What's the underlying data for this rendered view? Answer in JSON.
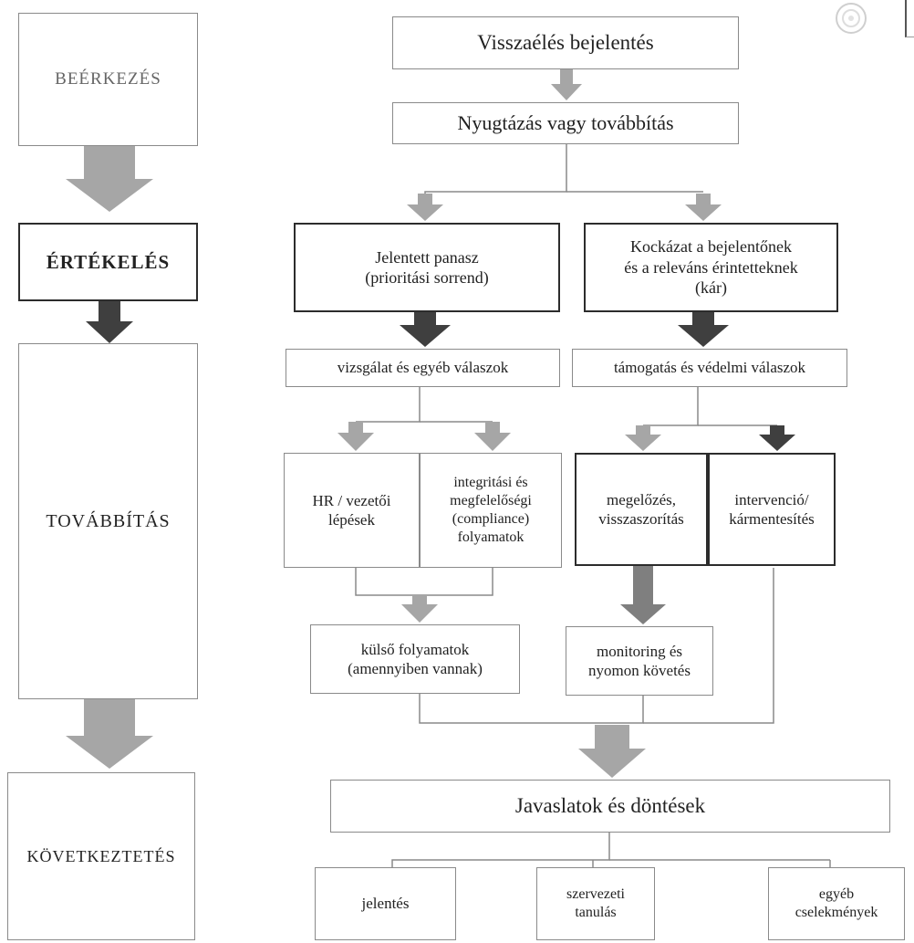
{
  "stages": {
    "beerkezes": "BEÉRKEZÉS",
    "ertekeles": "ÉRTÉKELÉS",
    "tovabbitas": "TOVÁBBÍTÁS",
    "kovetkeztetes": "KÖVETKEZTETÉS"
  },
  "flow": {
    "report": "Visszaélés bejelentés",
    "acknowledge": "Nyugtázás vagy továbbítás",
    "complaint": "Jelentett panasz\n(prioritási sorrend)",
    "risk": "Kockázat a bejelentőnek\nés a releváns érintetteknek\n(kár)",
    "investigation": "vizsgálat és egyéb válaszok",
    "support": "támogatás és védelmi válaszok",
    "hr": "HR / vezetői\nlépések",
    "integrity": "integritási és\nmegfelelőségi\n(compliance)\nfolyamatok",
    "prevention": "megelőzés,\nvisszaszorítás",
    "intervention": "intervenció/\nkármentesítés",
    "external": "külső folyamatok\n(amennyiben vannak)",
    "monitoring": "monitoring és\nnyomon követés",
    "recommendations": "Javaslatok és döntések",
    "report_out": "jelentés",
    "learning": "szervezeti\ntanulás",
    "other": "egyéb\ncselekmények"
  },
  "colors": {
    "arrow_light": "#a6a6a6",
    "arrow_dark": "#3f3f3f",
    "line": "#8a8a8a"
  }
}
